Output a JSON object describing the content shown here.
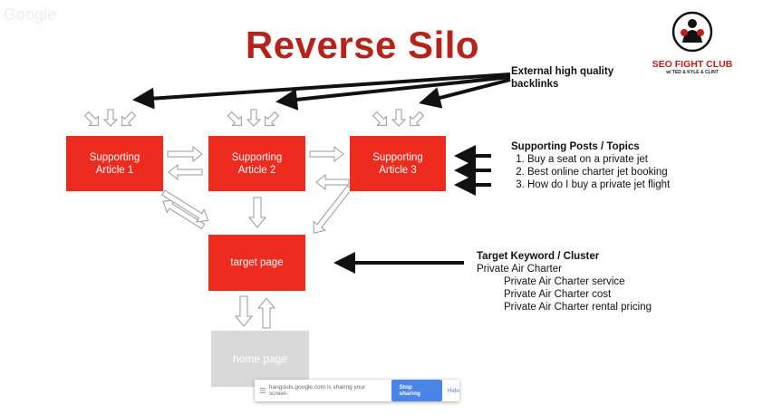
{
  "title": "Reverse Silo",
  "logo": {
    "brand": "SEO FIGHT CLUB",
    "tagline": "w/ TED & KYLE & CLINT"
  },
  "watermark": "Google",
  "boxes": {
    "article1": [
      "Supporting",
      "Article 1"
    ],
    "article2": [
      "Supporting",
      "Article 2"
    ],
    "article3": [
      "Supporting",
      "Article 3"
    ],
    "target": "target page",
    "home": "home page"
  },
  "backlinks": {
    "line1": "External high quality",
    "line2": "backlinks"
  },
  "supporting": {
    "heading": "Supporting Posts / Topics",
    "items": [
      "Buy a seat on a private jet",
      "Best online charter jet booking",
      "How do I buy a private jet flight"
    ]
  },
  "keyword": {
    "heading": "Target Keyword / Cluster",
    "main": "Private Air Charter",
    "items": [
      "Private Air Charter service",
      "Private Air Charter cost",
      "Private Air Charter rental pricing"
    ]
  },
  "share_bar": {
    "message": "hangouts.google.com is sharing your screen.",
    "stop_label": "Stop sharing",
    "hide_label": "Hide"
  },
  "colors": {
    "title": "#b5241b",
    "box": "#ee2b1f",
    "home": "#d9d9d9",
    "arrow_fill": "#ffffff",
    "arrow_stroke": "#9a9a9a"
  }
}
